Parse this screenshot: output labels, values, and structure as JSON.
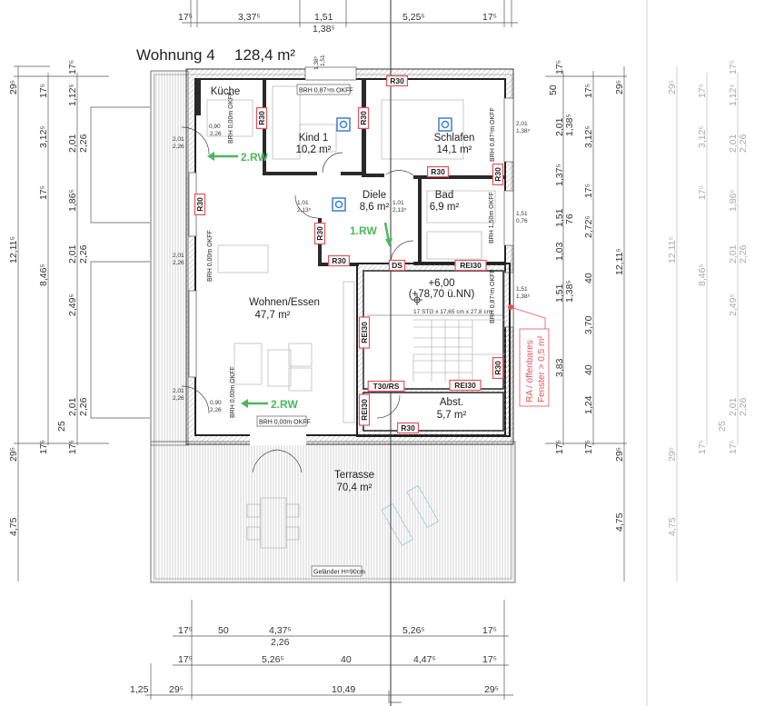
{
  "title": {
    "name": "Wohnung 4",
    "area": "128,4 m²"
  },
  "rooms": {
    "kueche": {
      "name": "Küche"
    },
    "kind1": {
      "name": "Kind 1",
      "area": "10,2 m²"
    },
    "schlafen": {
      "name": "Schlafen",
      "area": "14,1 m²"
    },
    "diele": {
      "name": "Diele",
      "area": "8,6 m²"
    },
    "bad": {
      "name": "Bad",
      "area": "6,9 m²"
    },
    "wohnen": {
      "name": "Wohnen/Essen",
      "area": "47,7 m²"
    },
    "treppe": {
      "level": "+6,00",
      "nn": "(+78,70 ü.NN)",
      "stairs": "17 STG x 17,65 cm x 27,8 cm"
    },
    "abst": {
      "name": "Abst.",
      "area": "5,7 m²"
    },
    "terrasse": {
      "name": "Terrasse",
      "area": "70,4 m²"
    }
  },
  "fire_ratings": [
    "R30",
    "R30",
    "R30",
    "R30",
    "R30",
    "R30",
    "R30",
    "R30",
    "DS",
    "REI30",
    "REI30",
    "R30",
    "T30/RS",
    "REI30",
    "REI30",
    "R30"
  ],
  "brh_labels": [
    "BRH 0,87⁵m OKFF",
    "BRH 0,00m OKFF",
    "BRH 0,87⁵m OKFF",
    "BRH 1,50m OKFF",
    "BRH 0,00m OKFF",
    "BRH 0,87⁵m OKFF",
    "BRH 0,00m OKFF",
    "BRH 0,00m OKFF"
  ],
  "railing": "Geländer H=90cm",
  "escape_routes": {
    "first": "1.RW",
    "second": "2.RW"
  },
  "note": {
    "line1": "RA / öffenbares",
    "line2": "Fenster > 0,5 m²"
  },
  "colors": {
    "fire_tag": "#e8505b",
    "escape": "#4cb85c",
    "detector": "#3b7fd1"
  },
  "dims": {
    "top": [
      "17⁵",
      "3,37⁵",
      "1,51",
      "1,38⁵",
      "5,25⁵",
      "17⁵"
    ],
    "top_window": [
      "1,51",
      "1,38⁵"
    ],
    "left_outer": [
      "29⁵",
      "12,11⁵",
      "29⁵",
      "4,75"
    ],
    "left_mid": [
      "17⁵",
      "3,12⁵",
      "17⁵",
      "8,46⁵",
      "17⁵"
    ],
    "left_inner": [
      "17⁵",
      "1,12⁵",
      "2,01",
      "2,26",
      "1,86⁵",
      "2,01",
      "2,26",
      "2,49⁵",
      "2,01",
      "2,26",
      "25",
      "17⁵"
    ],
    "right_inner": [
      "17⁵",
      "50",
      "2,01",
      "1,38⁵",
      "1,37⁵",
      "1,51",
      "76",
      "1,03",
      "1,51",
      "1,38⁵",
      "3,83",
      "17⁵"
    ],
    "right_mid": [
      "17⁵",
      "3,12⁵",
      "17⁵",
      "2,72⁵",
      "40",
      "3,70",
      "40",
      "1,24",
      "17⁵"
    ],
    "right_outer": [
      "29⁵",
      "12,11⁵",
      "29⁵",
      "4,75"
    ],
    "bottom1": [
      "17⁵",
      "50",
      "4,37⁵",
      "2,26",
      "5,26⁵",
      "17⁵"
    ],
    "bottom2": [
      "17⁵",
      "5,26⁵",
      "40",
      "4,47⁵",
      "17⁵"
    ],
    "bottom3": [
      "1,25",
      "29⁵",
      "10,49",
      "29⁵"
    ],
    "windows": [
      "2,01",
      "2,26",
      "2,01",
      "2,26",
      "2,01",
      "2,26",
      "2,01",
      "1,38⁵",
      "1,51",
      "0,76",
      "1,51",
      "1,38⁵",
      "0,90",
      "2,26",
      "0,90",
      "2,26",
      "1,01",
      "2,13⁵",
      "1,01",
      "2,13⁵"
    ]
  }
}
